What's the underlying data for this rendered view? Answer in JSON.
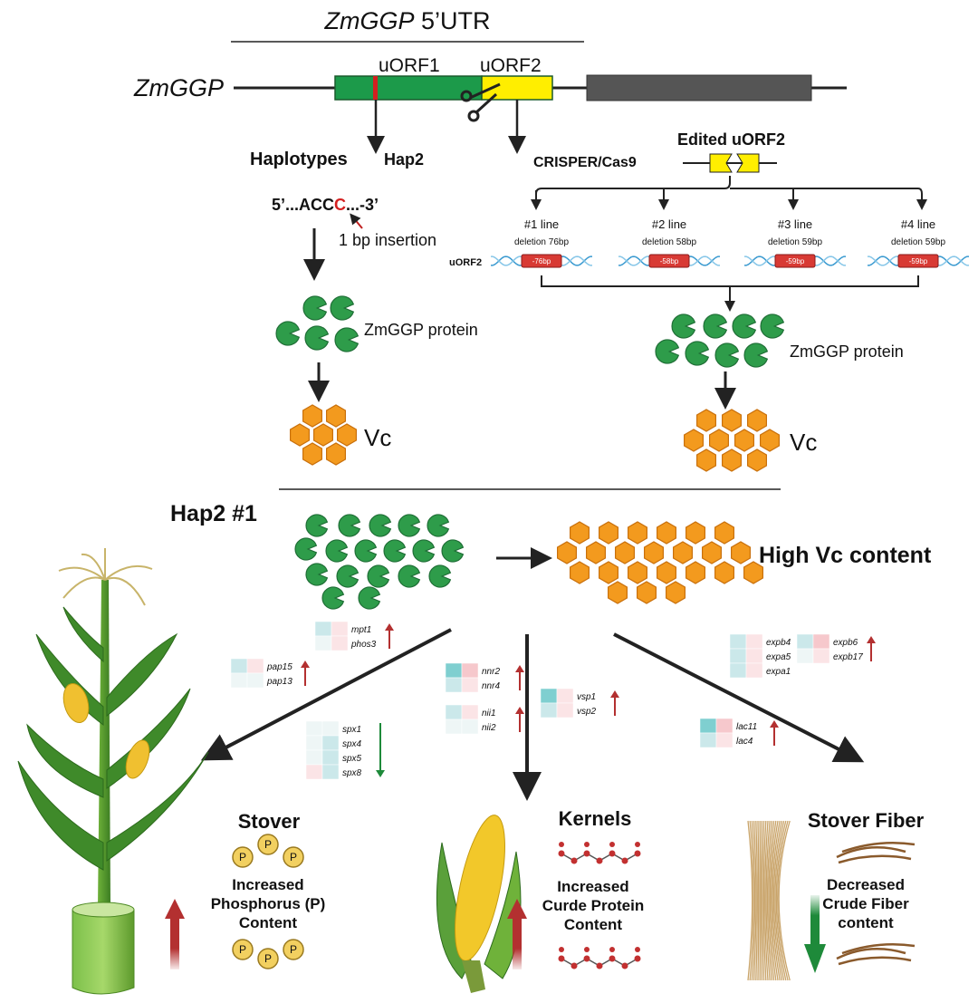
{
  "gene_model": {
    "utr_title_italic": "ZmGGP",
    "utr_title_rest": " 5’UTR",
    "gene_name": "ZmGGP",
    "uorf1": "uORF1",
    "uorf2": "uORF2"
  },
  "left_path": {
    "haplotypes": "Haplotypes",
    "hap2": "Hap2",
    "sequence_prefix": "5’...ACC",
    "sequence_insert": "C",
    "sequence_suffix": "...-3’",
    "insertion_note": "1 bp insertion",
    "protein": "ZmGGP protein",
    "vc": "Vc"
  },
  "right_path": {
    "method": "CRISPER/Cas9",
    "edited": "Edited uORF2",
    "uorf2_label": "uORF2",
    "lines": [
      {
        "name": "#1 line",
        "deletion": "deletion 76bp",
        "tag": "-76bp"
      },
      {
        "name": "#2 line",
        "deletion": "deletion 58bp",
        "tag": "-58bp"
      },
      {
        "name": "#3 line",
        "deletion": "deletion 59bp",
        "tag": "-59bp"
      },
      {
        "name": "#4 line",
        "deletion": "deletion 59bp",
        "tag": "-59bp"
      }
    ],
    "protein": "ZmGGP protein",
    "vc": "Vc"
  },
  "combined": {
    "title": "Hap2 #1",
    "high_vc": "High Vc content"
  },
  "gene_sets": {
    "mpt": [
      "mpt1",
      "phos3"
    ],
    "pap": [
      "pap15",
      "pap13"
    ],
    "spx": [
      "spx1",
      "spx4",
      "spx5",
      "spx8"
    ],
    "nnr": [
      "nnr2",
      "nnr4"
    ],
    "nii": [
      "nii1",
      "nii2"
    ],
    "vsp": [
      "vsp1",
      "vsp2"
    ],
    "expa": [
      "expb4",
      "expa5",
      "expa1"
    ],
    "expb": [
      "expb6",
      "expb17"
    ],
    "lac": [
      "lac11",
      "lac4"
    ]
  },
  "outcomes": {
    "stover": {
      "title": "Stover",
      "line1": "Increased",
      "line2": "Phosphorus (P)",
      "line3": "Content",
      "p": "P"
    },
    "kernels": {
      "title": "Kernels",
      "line1": "Increased",
      "line2": "Curde Protein",
      "line3": "Content"
    },
    "fiber": {
      "title": "Stover Fiber",
      "line1": "Decreased",
      "line2": "Crude Fiber",
      "line3": "content"
    }
  },
  "colors": {
    "green": "#2e9c4a",
    "dark_green": "#1f6e36",
    "orange": "#f39a1e",
    "orange_edge": "#c9700c",
    "yellow": "#ffee00",
    "up_arrow": "#b33030",
    "down_arrow": "#1e8a3a",
    "exon_gray": "#555555"
  }
}
